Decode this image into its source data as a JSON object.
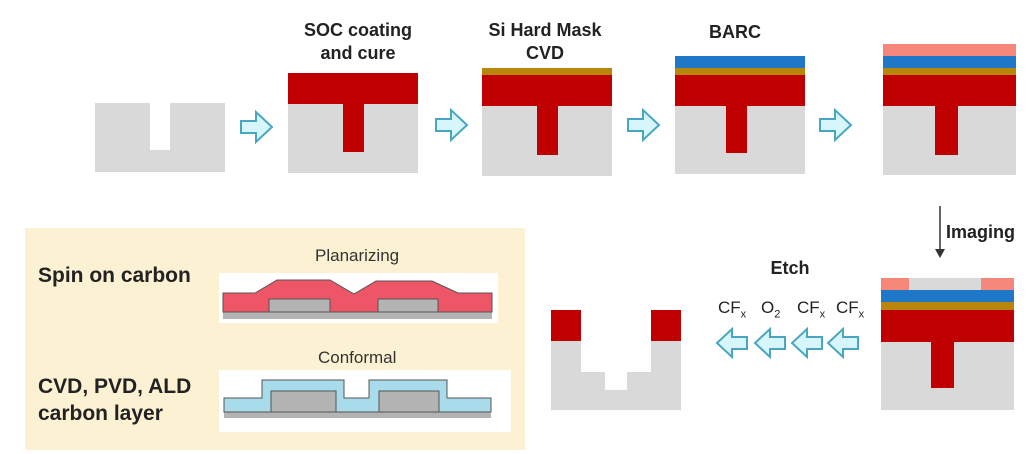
{
  "steps": {
    "soc_label_line1": "SOC coating",
    "soc_label_line2": "and cure",
    "hardmask_label_line1": "Si Hard Mask",
    "hardmask_label_line2": "CVD",
    "barc_label": "BARC",
    "imaging_label": "Imaging",
    "etch_label": "Etch"
  },
  "etch_gases": [
    {
      "base": "CF",
      "sub": "x"
    },
    {
      "base": "O",
      "sub": "2"
    },
    {
      "base": "CF",
      "sub": "x"
    },
    {
      "base": "CF",
      "sub": "x"
    }
  ],
  "legend": {
    "spin_label": "Spin on carbon",
    "planarizing_label": "Planarizing",
    "conformal_label": "Conformal",
    "cvd_label_line1": "CVD, PVD, ALD",
    "cvd_label_line2": "carbon layer"
  },
  "colors": {
    "substrate": "#d9d9d9",
    "soc": "#c00000",
    "hardmask": "#b8860b",
    "barc": "#1f77c8",
    "resist": "#f4877a",
    "arrow_fill": "#d6f6fb",
    "arrow_stroke": "#4aa6c0",
    "planarizing_layer": "#ee5566",
    "conformal_layer": "#a8dcea",
    "legend_panel": "#fcf2d3"
  }
}
